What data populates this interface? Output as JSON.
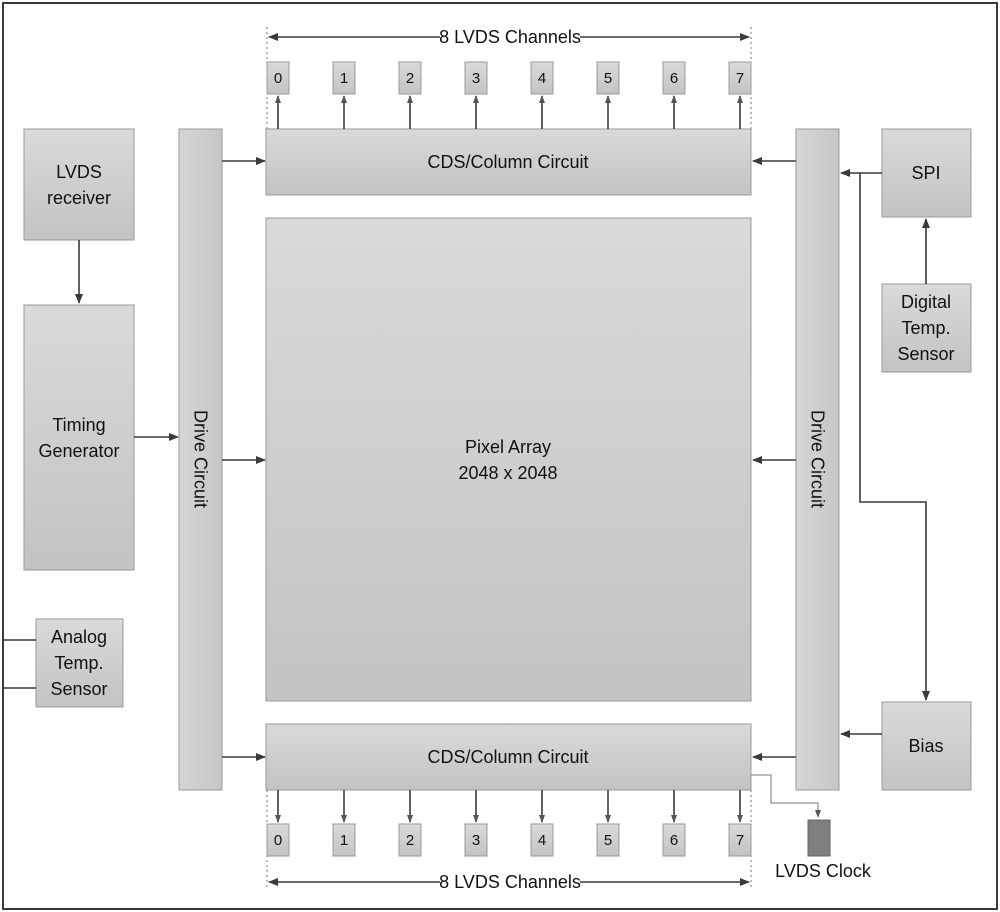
{
  "channels_top": {
    "title": "8 LVDS Channels",
    "labels": [
      "0",
      "1",
      "2",
      "3",
      "4",
      "5",
      "6",
      "7"
    ]
  },
  "channels_bottom": {
    "title": "8 LVDS Channels",
    "labels": [
      "0",
      "1",
      "2",
      "3",
      "4",
      "5",
      "6",
      "7"
    ]
  },
  "blocks": {
    "lvds_receiver": [
      "LVDS",
      "receiver"
    ],
    "timing_generator": [
      "Timing",
      "Generator"
    ],
    "analog_temp_sensor": [
      "Analog",
      "Temp.",
      "Sensor"
    ],
    "drive_circuit_left": "Drive Circuit",
    "drive_circuit_right": "Drive Circuit",
    "cds_top": "CDS/Column Circuit",
    "cds_bottom": "CDS/Column Circuit",
    "pixel_array": [
      "Pixel Array",
      "2048 x 2048"
    ],
    "spi": "SPI",
    "digital_temp_sensor": [
      "Digital",
      "Temp.",
      "Sensor"
    ],
    "bias": "Bias",
    "lvds_clock": "LVDS Clock"
  },
  "colors": {
    "block_top": "#d9d9d9",
    "block_bottom": "#c4c4c4",
    "frame": "#3a3a3a",
    "lvds_clock_pad": "#7f7f7f"
  }
}
